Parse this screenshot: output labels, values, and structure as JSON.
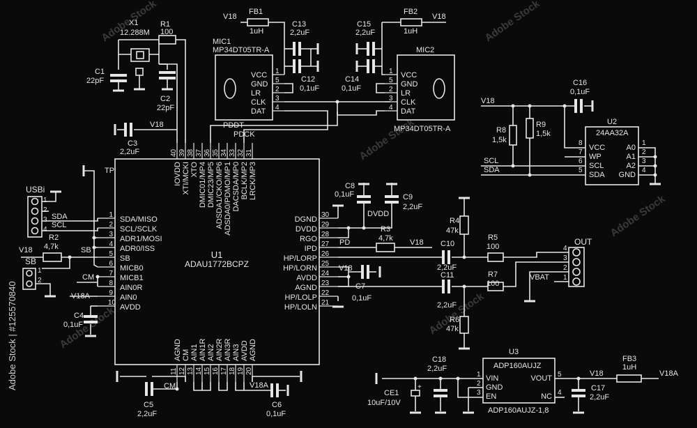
{
  "watermark": {
    "text": "Adobe Stock",
    "side_text": "Adobe Stock | #125570840"
  },
  "nets": {
    "v18": "V18",
    "v18a": "V18A",
    "pddt": "PDDT",
    "pdck": "PDCK",
    "dvdd": "DVDD",
    "sda": "SDA",
    "scl": "SCL",
    "sb": "SB",
    "cm": "CM",
    "pd": "PD",
    "tp": "TP",
    "vbat": "VBAT"
  },
  "u1": {
    "ref": "U1",
    "part": "ADAU1772BCPZ",
    "left_pins": [
      {
        "num": "1",
        "name": "SDA/MISO"
      },
      {
        "num": "2",
        "name": "SCL/SCLK"
      },
      {
        "num": "3",
        "name": "ADR1/MOSI"
      },
      {
        "num": "4",
        "name": "ADR0/ISS"
      },
      {
        "num": "5",
        "name": "SB"
      },
      {
        "num": "6",
        "name": "MICB0"
      },
      {
        "num": "7",
        "name": "MICB1"
      },
      {
        "num": "8",
        "name": "AIN0R"
      },
      {
        "num": "9",
        "name": "AIN0"
      },
      {
        "num": "10",
        "name": "AVDD"
      }
    ],
    "right_pins": [
      {
        "num": "30",
        "name": "DGND"
      },
      {
        "num": "29",
        "name": "DVDD"
      },
      {
        "num": "28",
        "name": "RGO"
      },
      {
        "num": "27",
        "name": "IPD"
      },
      {
        "num": "26",
        "name": "HP/LORP"
      },
      {
        "num": "25",
        "name": "HP/LORN"
      },
      {
        "num": "24",
        "name": "AVDD"
      },
      {
        "num": "23",
        "name": "AGND"
      },
      {
        "num": "22",
        "name": "HP/LOLP"
      },
      {
        "num": "21",
        "name": "HP/LOLN"
      }
    ],
    "top_pins": [
      {
        "num": "40",
        "name": "IOVDD"
      },
      {
        "num": "39",
        "name": "XTI/MCKI"
      },
      {
        "num": "38",
        "name": "XTO"
      },
      {
        "num": "37",
        "name": "DMIC01/MP4"
      },
      {
        "num": "36",
        "name": "DMIC23/MP5"
      },
      {
        "num": "35",
        "name": "ADSDA1/CKO/MP6"
      },
      {
        "num": "34",
        "name": "ADSDA0/PDMO/MP1"
      },
      {
        "num": "33",
        "name": "DACSDA/MP0"
      },
      {
        "num": "32",
        "name": "BCLK/MP2"
      },
      {
        "num": "31",
        "name": "LRCK/MP3"
      }
    ],
    "bottom_pins": [
      {
        "num": "11",
        "name": "AGND"
      },
      {
        "num": "12",
        "name": "CM"
      },
      {
        "num": "13",
        "name": "AIN1"
      },
      {
        "num": "14",
        "name": "AIN1R"
      },
      {
        "num": "15",
        "name": "AIN2"
      },
      {
        "num": "16",
        "name": "AIN2R"
      },
      {
        "num": "17",
        "name": "AIN3R"
      },
      {
        "num": "18",
        "name": "AIN3"
      },
      {
        "num": "19",
        "name": "AVDD"
      },
      {
        "num": "20",
        "name": "AGND"
      }
    ]
  },
  "mic1": {
    "ref": "MIC1",
    "part": "MP34DT05TR-A",
    "pins": [
      {
        "num": "1",
        "name": "VCC"
      },
      {
        "num": "5",
        "name": "GND"
      },
      {
        "num": "2",
        "name": "LR"
      },
      {
        "num": "3",
        "name": "CLK"
      },
      {
        "num": "4",
        "name": "DAT"
      }
    ]
  },
  "mic2": {
    "ref": "MIC2",
    "part": "MP34DT05TR-A",
    "pins": [
      {
        "num": "1",
        "name": "VCC"
      },
      {
        "num": "5",
        "name": "GND"
      },
      {
        "num": "2",
        "name": "LR"
      },
      {
        "num": "3",
        "name": "CLK"
      },
      {
        "num": "4",
        "name": "DAT"
      }
    ]
  },
  "u2": {
    "ref": "U2",
    "part": "24AA32A",
    "left_pins": [
      {
        "num": "8",
        "name": "VCC"
      },
      {
        "num": "7",
        "name": "WP"
      },
      {
        "num": "6",
        "name": "SCL"
      },
      {
        "num": "5",
        "name": "SDA"
      }
    ],
    "right_pins": [
      {
        "num": "1",
        "name": "A0"
      },
      {
        "num": "2",
        "name": "A1"
      },
      {
        "num": "3",
        "name": "A2"
      },
      {
        "num": "4",
        "name": "GND"
      }
    ]
  },
  "u3": {
    "ref": "U3",
    "part": "ADP160AUJZ",
    "variant": "ADP160AUJZ-1,8",
    "left_pins": [
      {
        "num": "1",
        "name": "VIN"
      },
      {
        "num": "2",
        "name": "GND"
      },
      {
        "num": "3",
        "name": "EN"
      }
    ],
    "right_pins": [
      {
        "num": "5",
        "name": "VOUT"
      },
      {
        "num": "4",
        "name": "NC"
      }
    ]
  },
  "connectors": {
    "usbi": {
      "ref": "USBi",
      "pins": [
        "1",
        "2",
        "3",
        "4"
      ],
      "labels": [
        "SDA",
        "SCL"
      ]
    },
    "sb": {
      "ref": "SB",
      "pins": [
        "1",
        "2"
      ]
    },
    "out": {
      "ref": "OUT",
      "pins": [
        "4",
        "3",
        "2",
        "1"
      ]
    }
  },
  "components": {
    "x1": {
      "ref": "X1",
      "value": "12.288M"
    },
    "r1": {
      "ref": "R1",
      "value": "100"
    },
    "c1": {
      "ref": "C1",
      "value": "22pF"
    },
    "c2": {
      "ref": "C2",
      "value": "22pF"
    },
    "c3": {
      "ref": "C3",
      "value": "2,2uF"
    },
    "fb1": {
      "ref": "FB1",
      "value": "1uH"
    },
    "fb2": {
      "ref": "FB2",
      "value": "1uH"
    },
    "fb3": {
      "ref": "FB3",
      "value": "1uH"
    },
    "c13": {
      "ref": "C13",
      "value": "2,2uF"
    },
    "c12": {
      "ref": "C12",
      "value": "0,1uF"
    },
    "c15": {
      "ref": "C15",
      "value": "2,2uF"
    },
    "c14": {
      "ref": "C14",
      "value": "0,1uF"
    },
    "c16": {
      "ref": "C16",
      "value": "0,1uF"
    },
    "r8": {
      "ref": "R8",
      "value": "1,5k"
    },
    "r9": {
      "ref": "R9",
      "value": "1,5k"
    },
    "c8": {
      "ref": "C8",
      "value": "0,1uF"
    },
    "c9": {
      "ref": "C9",
      "value": "2,2uF"
    },
    "r3": {
      "ref": "R3",
      "value": "4,7k"
    },
    "r4": {
      "ref": "R4",
      "value": "47k"
    },
    "r5": {
      "ref": "R5",
      "value": "100"
    },
    "r6": {
      "ref": "R6",
      "value": "47k"
    },
    "r7": {
      "ref": "R7",
      "value": "100"
    },
    "c10": {
      "ref": "C10",
      "value": "2,2uF"
    },
    "c11": {
      "ref": "C11",
      "value": "2,2uF"
    },
    "c7": {
      "ref": "C7",
      "value": "0,1uF"
    },
    "r2": {
      "ref": "R2",
      "value": "4,7k"
    },
    "c4": {
      "ref": "C4",
      "value": "0,1uF"
    },
    "c5": {
      "ref": "C5",
      "value": "2,2uF"
    },
    "c6": {
      "ref": "C6",
      "value": "0,1uF"
    },
    "c18": {
      "ref": "C18",
      "value": "2,2uF"
    },
    "ce1": {
      "ref": "CE1",
      "value": "10uF/10V"
    },
    "c17": {
      "ref": "C17",
      "value": "2,2uF"
    }
  }
}
